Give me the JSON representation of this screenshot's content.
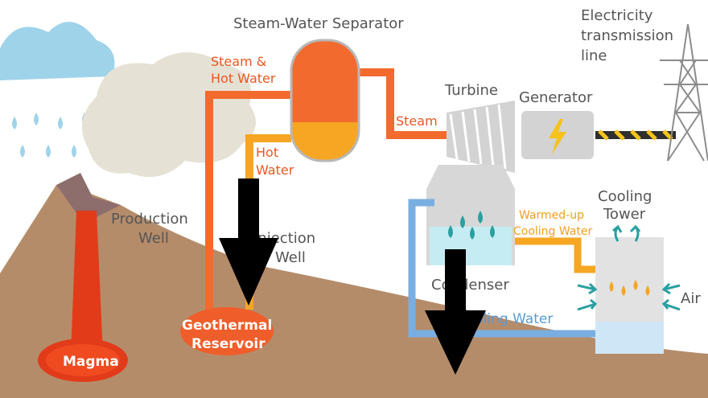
{
  "labels": {
    "separator": "Steam-Water Separator",
    "transmission": [
      "Electricity",
      "transmission",
      "line"
    ],
    "steam_hot_water": [
      "Steam &",
      "Hot Water"
    ],
    "turbine": "Turbine",
    "generator": "Generator",
    "steam": "Steam",
    "hot_water": [
      "Hot",
      "Water"
    ],
    "production_well": [
      "Production",
      "Well"
    ],
    "injection_well": [
      "Injection",
      "Well"
    ],
    "cooling_tower": [
      "Cooling",
      "Tower"
    ],
    "warmed_up": [
      "Warmed-up",
      "Cooling Water"
    ],
    "condenser": "Condenser",
    "cooling_water": "Cooling Water",
    "air": "Air",
    "geothermal_reservoir": [
      "Geothermal",
      "Reservoir"
    ],
    "magma": "Magma"
  },
  "icons": {
    "generator": "lightning-bolt-icon",
    "overlay": "down-arrow-icon"
  },
  "colors": {
    "orange_pipe": "#f26a2e",
    "hot_water_pipe": "#f6a623",
    "blue_pipe": "#7aaee0",
    "ground": "#b58c6a",
    "magma": "#e23b1a",
    "label_gray": "#555555",
    "steam_label": "#e8581f"
  }
}
